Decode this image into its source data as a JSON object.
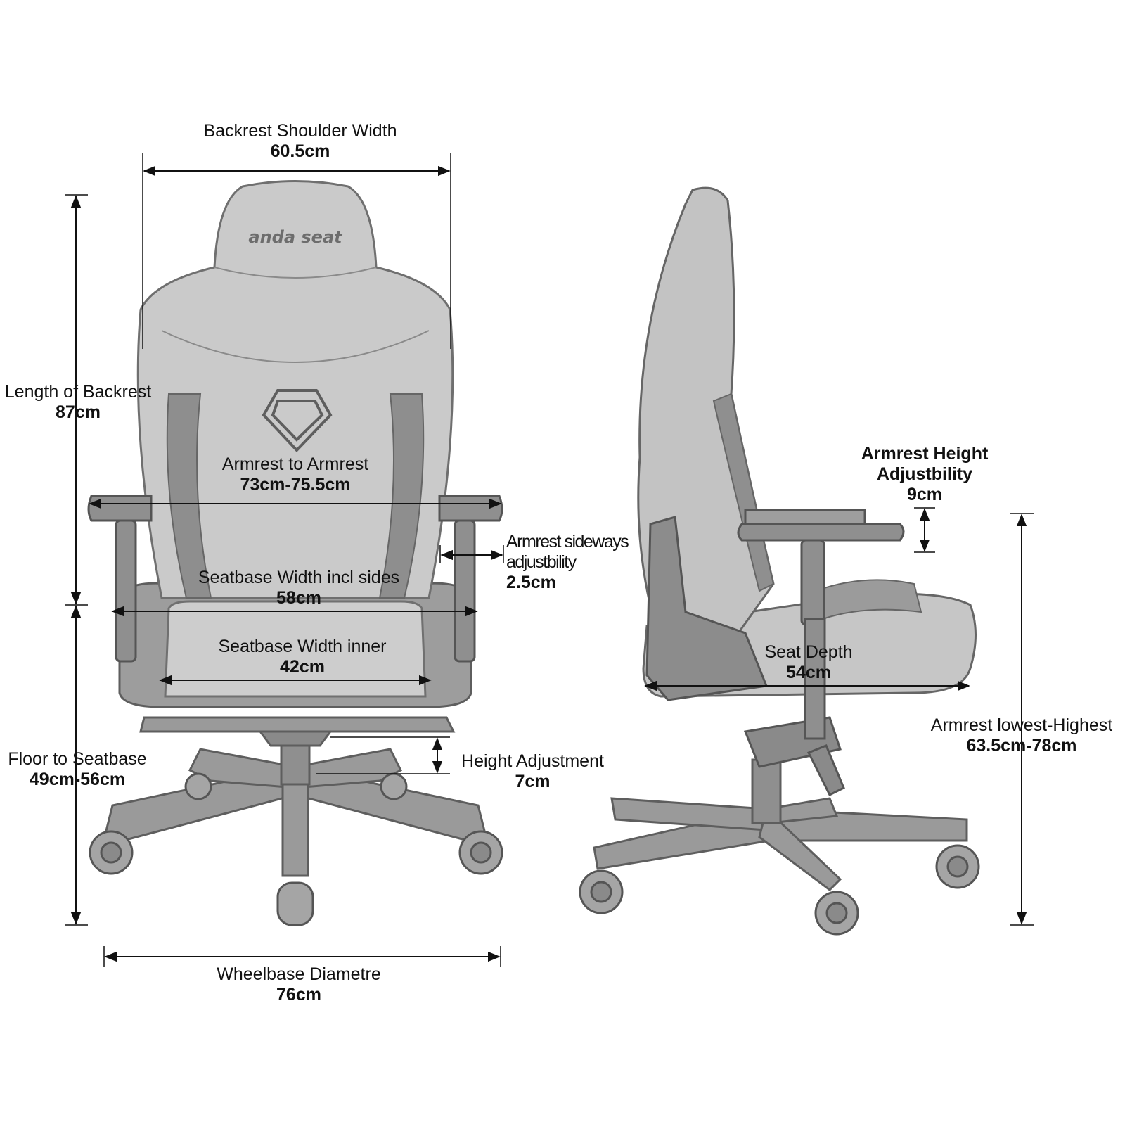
{
  "brand_logo_text": "anda seat",
  "colors": {
    "chair_light": "#c9c9c9",
    "chair_mid": "#a9a9a9",
    "chair_dark": "#7d7d7d",
    "chair_outline": "#6a6a6a",
    "dimension_line": "#111111"
  },
  "labels": {
    "backrest_shoulder": {
      "name": "Backrest Shoulder Width",
      "value": "60.5cm"
    },
    "backrest_length": {
      "name": "Length of Backrest",
      "value": "87cm"
    },
    "armrest_to_armrest": {
      "name": "Armrest to Armrest",
      "value": "73cm-75.5cm"
    },
    "armrest_sideways": {
      "name_line1": "Armrest sideways",
      "name_line2": "adjustbility",
      "value": "2.5cm"
    },
    "seatbase_sides": {
      "name": "Seatbase Width incl sides",
      "value": "58cm"
    },
    "seatbase_inner": {
      "name": "Seatbase Width inner",
      "value": "42cm"
    },
    "floor_to_seatbase": {
      "name": "Floor to Seatbase",
      "value": "49cm-56cm"
    },
    "height_adjustment": {
      "name": "Height Adjustment",
      "value": "7cm"
    },
    "wheelbase": {
      "name": "Wheelbase Diametre",
      "value": "76cm"
    },
    "armrest_height_adj": {
      "name_line1": "Armrest Height",
      "name_line2": "Adjustbility",
      "value": "9cm"
    },
    "seat_depth": {
      "name": "Seat Depth",
      "value": "54cm"
    },
    "armrest_low_high": {
      "name": "Armrest lowest-Highest",
      "value": "63.5cm-78cm"
    }
  }
}
